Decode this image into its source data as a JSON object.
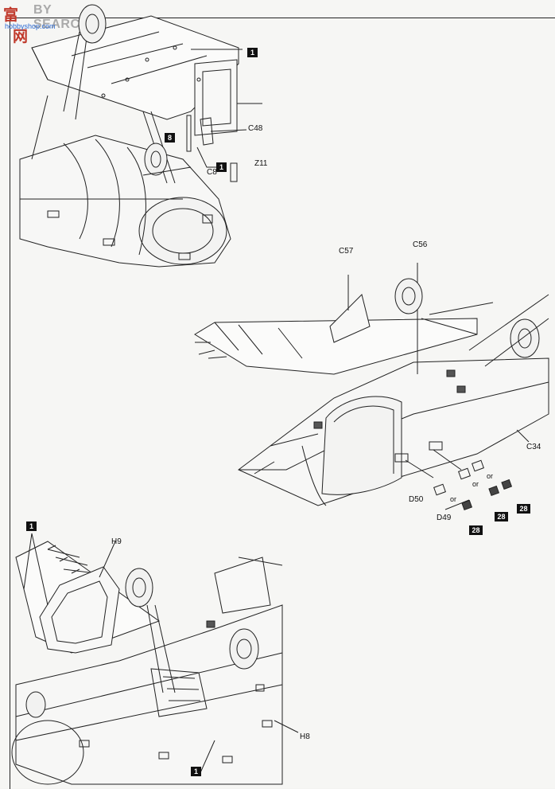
{
  "watermark": {
    "cn_text": "富",
    "cn_text_2": "网",
    "en_text": "BY SEARCH",
    "url": "hobbyshop.com"
  },
  "labels": {
    "c48": "C48",
    "c8": "C8",
    "z11": "Z11",
    "c57": "C57",
    "c56": "C56",
    "c34": "C34",
    "d50": "D50",
    "d49": "D49",
    "h9": "H9",
    "h8": "H8",
    "or_1": "or",
    "or_2": "or",
    "or_3": "or"
  },
  "badges": {
    "step1_top": "1",
    "step8": "8",
    "step1_c8": "1",
    "step1_bottom_left": "1",
    "step1_bottom": "1",
    "step28_a": "28",
    "step28_b": "28",
    "step28_c": "28"
  }
}
